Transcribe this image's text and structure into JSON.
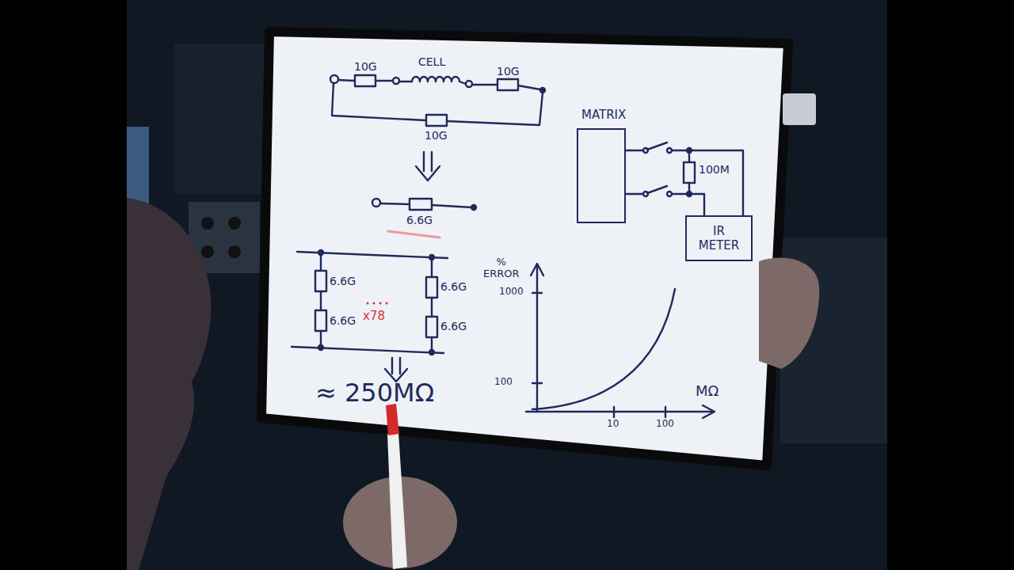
{
  "diagram": {
    "nodes": [
      {
        "text": [
          "MATRIX"
        ]
      },
      {
        "text": [
          "IR METER"
        ]
      }
    ],
    "edges": [
      {
        "from": 0,
        "to": 1,
        "arrow": "none"
      },
      {
        "from": 0,
        "to": 1,
        "arrow": "none"
      }
    ],
    "labels": [
      "10G",
      "CELL",
      "10G",
      "10G",
      "6.6G",
      "6.6G",
      "6.6G",
      "6.6G",
      "6.6G",
      "x78",
      "≈ 250MΩ",
      "100M",
      "% ERROR",
      "1000",
      "100",
      "10",
      "100",
      "MΩ"
    ]
  }
}
